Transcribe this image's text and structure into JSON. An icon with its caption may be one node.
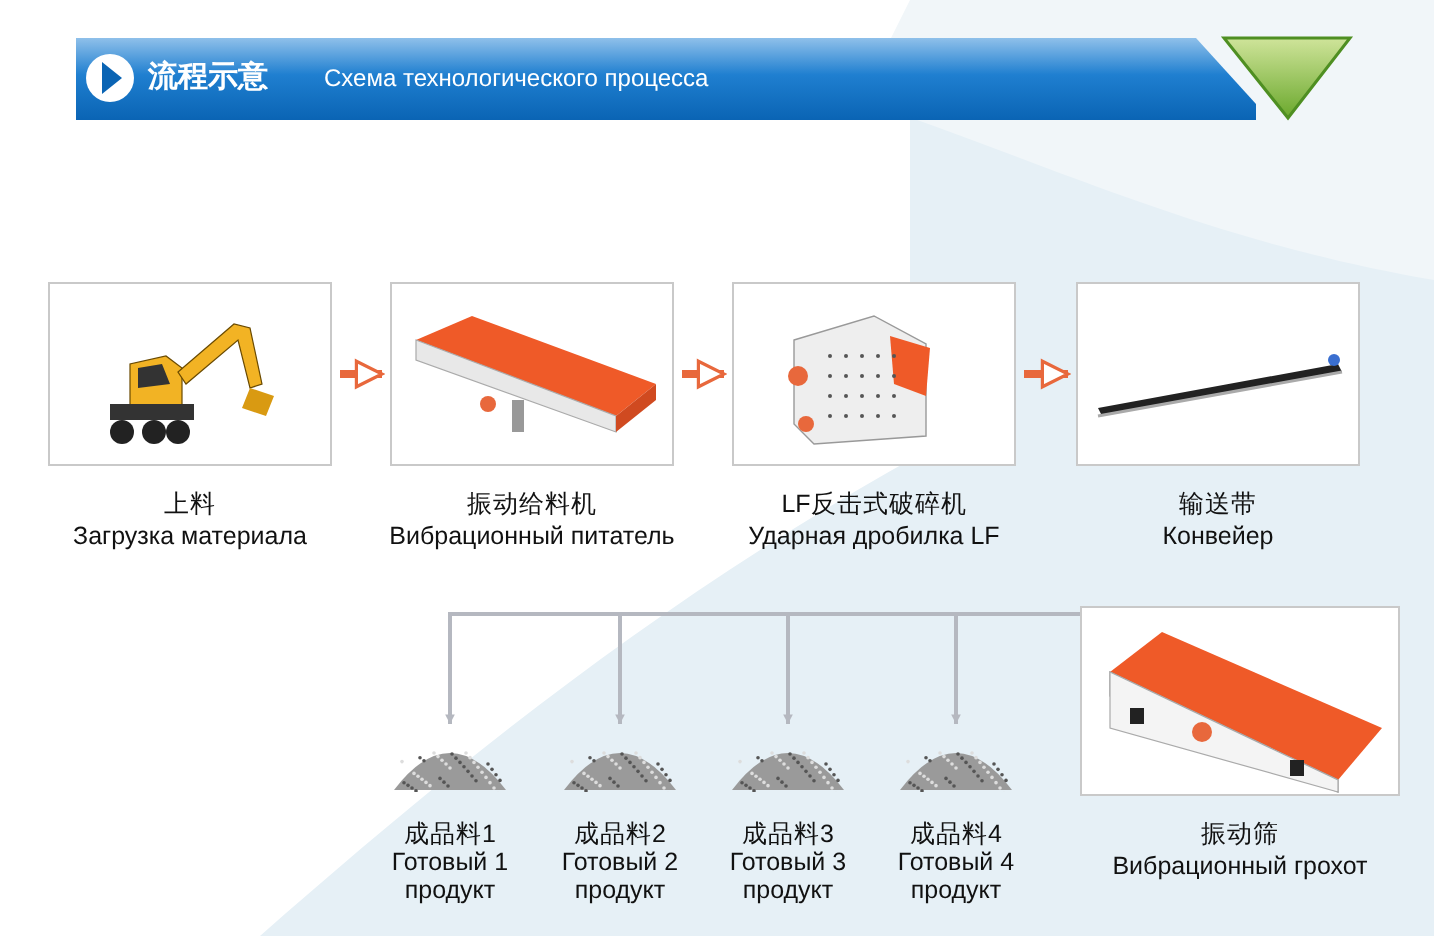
{
  "diagram": {
    "title": "流程示意",
    "nodes": [
      {
        "text": [
          "上料",
          "Загрузка материала"
        ]
      },
      {
        "text": [
          "振动给料机",
          "Вибрационный питатель"
        ]
      },
      {
        "text": [
          "LF反击式破碎机",
          "Ударная дробилка LF"
        ]
      },
      {
        "text": [
          "输送带",
          "Конвейер"
        ]
      },
      {
        "text": [
          "成品料1",
          "Готовый 1 продукт"
        ]
      },
      {
        "text": [
          "成品料2",
          "Готовый 2 продукт"
        ]
      },
      {
        "text": [
          "成品料3",
          "Готовый 3 продукт"
        ]
      },
      {
        "text": [
          "成品料4",
          "Готовый 4 продукт"
        ]
      },
      {
        "text": [
          "振动筛",
          "Вибрационный грохот"
        ]
      }
    ],
    "edges": [
      {
        "from": 0,
        "to": 1,
        "arrow": "to",
        "style": "thick",
        "color": "#e8683c"
      },
      {
        "from": 1,
        "to": 2,
        "arrow": "to",
        "style": "thick",
        "color": "#e8683c"
      },
      {
        "from": 2,
        "to": 3,
        "arrow": "to",
        "style": "thick",
        "color": "#e8683c"
      },
      {
        "from": 8,
        "to": 4,
        "arrow": "to"
      },
      {
        "from": 8,
        "to": 5,
        "arrow": "to"
      },
      {
        "from": 8,
        "to": 6,
        "arrow": "to"
      },
      {
        "from": 8,
        "to": 7,
        "arrow": "to"
      }
    ],
    "labels": [
      "Схема технологического процесса"
    ]
  }
}
